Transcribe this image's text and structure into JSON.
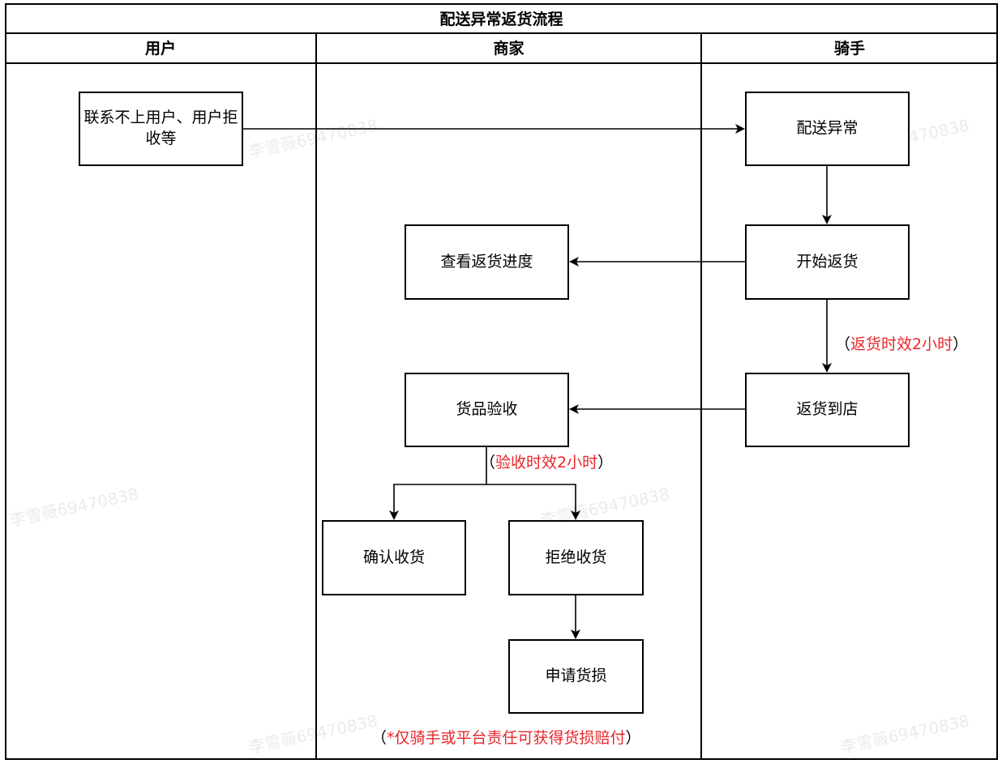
{
  "title": "配送异常返货流程",
  "lanes": [
    "用户",
    "商家",
    "骑手"
  ],
  "nodes": {
    "contact_fail": "联系不上用户、用户拒收等",
    "delivery_exception": "配送异常",
    "start_return": "开始返货",
    "view_progress": "查看返货进度",
    "return_to_store": "返货到店",
    "goods_inspection": "货品验收",
    "confirm_receipt": "确认收货",
    "reject_receipt": "拒绝收货",
    "apply_damage": "申请货损"
  },
  "notes": {
    "return_time": {
      "open": "（",
      "text": "返货时效2小时",
      "close": "）"
    },
    "inspect_time": {
      "open": "（",
      "text": "验收时效2小时",
      "close": "）"
    },
    "compensation": {
      "open": "（",
      "text": "*仅骑手或平台责任可获得货损赔付",
      "close": "）"
    }
  },
  "watermark": "李雪薇69470838",
  "colors": {
    "note_red": "#e8262a",
    "stroke": "#000000"
  }
}
